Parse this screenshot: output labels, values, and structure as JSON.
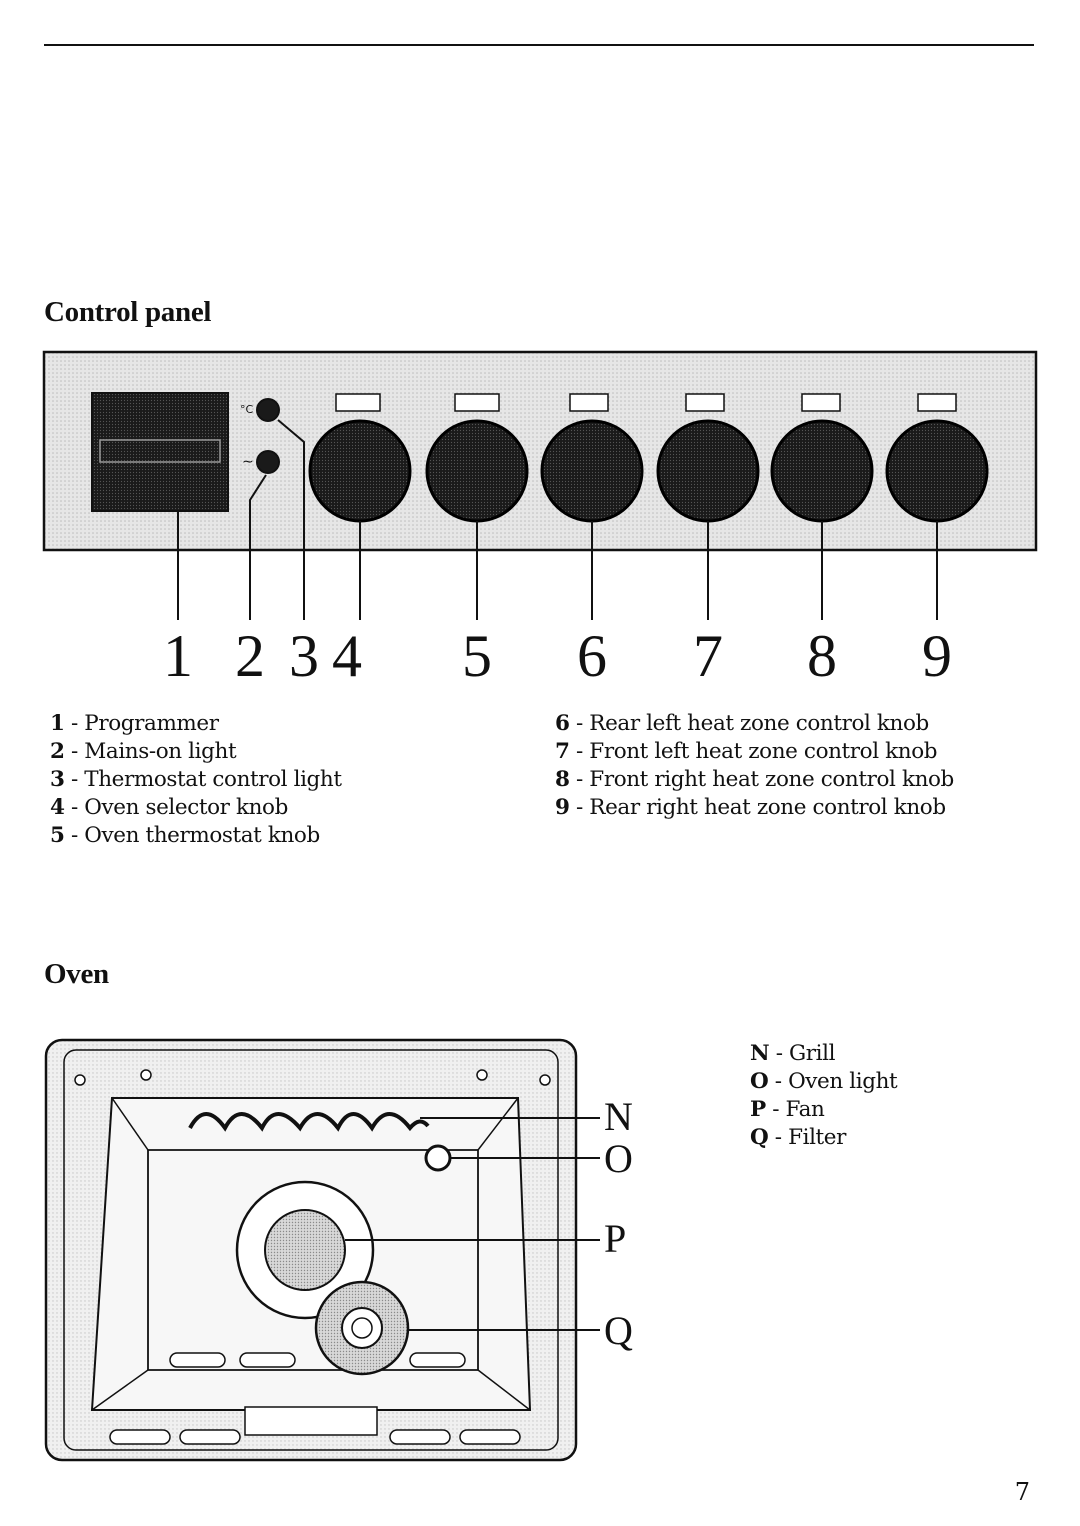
{
  "sections": {
    "control_panel": {
      "title": "Control panel",
      "callout_numbers": [
        "1",
        "2",
        "3",
        "4",
        "5",
        "6",
        "7",
        "8",
        "9"
      ],
      "indicator_labels": {
        "temp": "°C",
        "mains": "∼"
      },
      "legend_left": [
        {
          "key": "1",
          "sep": " - ",
          "text": "Programmer"
        },
        {
          "key": "2",
          "sep": " - ",
          "text": "Mains-on light"
        },
        {
          "key": "3",
          "sep": " - ",
          "text": "Thermostat control light"
        },
        {
          "key": "4",
          "sep": " - ",
          "text": "Oven selector knob"
        },
        {
          "key": "5",
          "sep": " - ",
          "text": "Oven thermostat knob"
        }
      ],
      "legend_right": [
        {
          "key": "6",
          "sep": " - ",
          "text": "Rear left heat zone control knob"
        },
        {
          "key": "7",
          "sep": " - ",
          "text": "Front left heat zone control knob"
        },
        {
          "key": "8",
          "sep": " - ",
          "text": "Front right heat zone control knob"
        },
        {
          "key": "9",
          "sep": " - ",
          "text": "Rear right heat zone control knob"
        }
      ]
    },
    "oven": {
      "title": "Oven",
      "callout_letters": [
        "N",
        "O",
        "P",
        "Q"
      ],
      "legend": [
        {
          "key": "N",
          "sep": " - ",
          "text": "Grill"
        },
        {
          "key": "O",
          "sep": " - ",
          "text": "Oven light"
        },
        {
          "key": "P",
          "sep": " - ",
          "text": "Fan"
        },
        {
          "key": "Q",
          "sep": " - ",
          "text": "Filter"
        }
      ]
    }
  },
  "page_number": "7"
}
